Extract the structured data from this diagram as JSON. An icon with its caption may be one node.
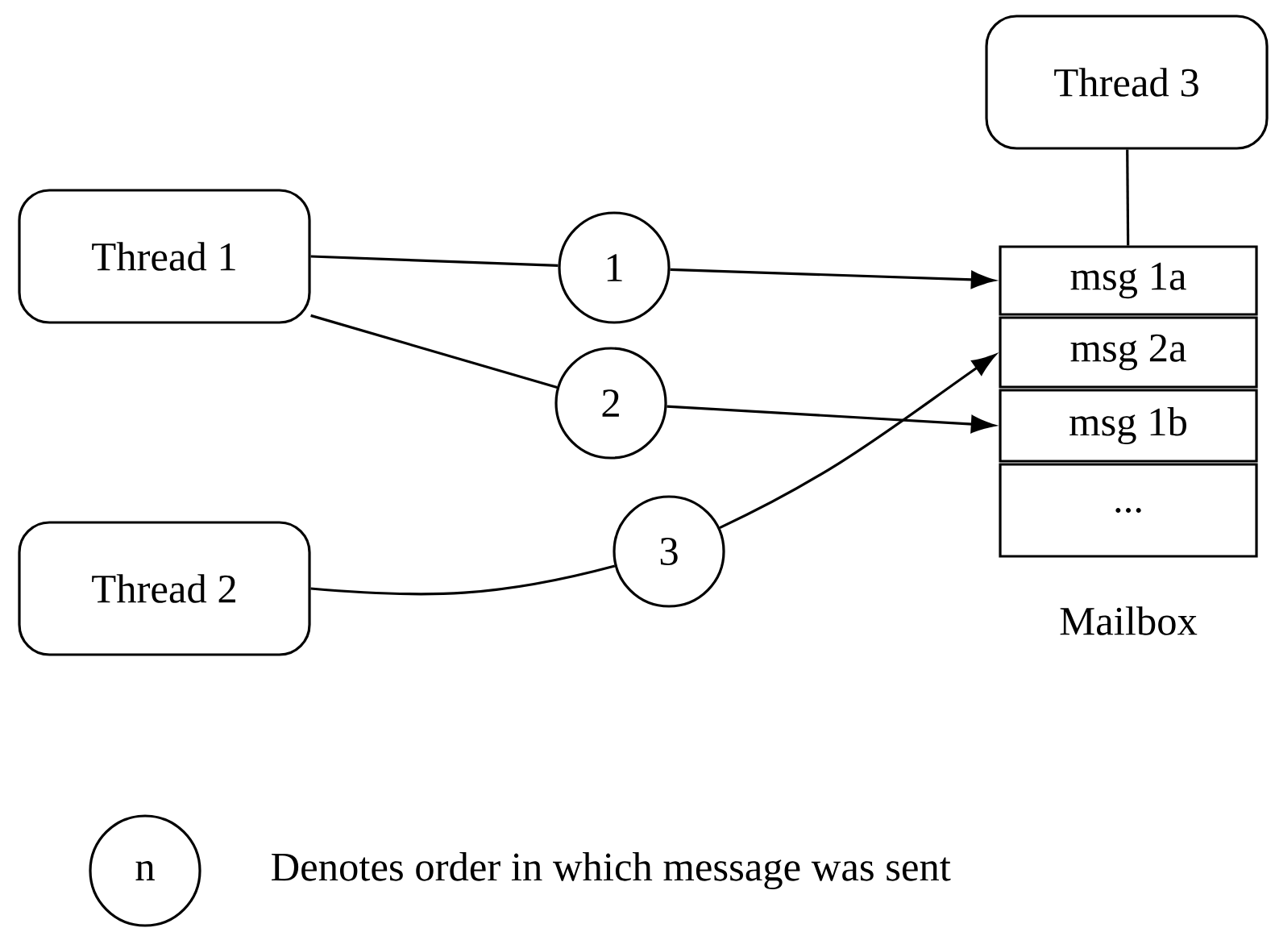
{
  "diagram": {
    "nodes": [
      {
        "text": [
          "Thread 1"
        ]
      },
      {
        "text": [
          "Thread 2"
        ]
      },
      {
        "text": [
          "Thread 3"
        ]
      },
      {
        "text": [
          "msg 1a"
        ]
      },
      {
        "text": [
          "msg 2a"
        ]
      },
      {
        "text": [
          "msg 1b"
        ]
      },
      {
        "text": [
          "..."
        ]
      },
      {
        "text": [
          "1"
        ]
      },
      {
        "text": [
          "2"
        ]
      },
      {
        "text": [
          "3"
        ]
      },
      {
        "text": [
          "n"
        ],
        "beside": [
          "Denotes order in which message was sent"
        ]
      }
    ],
    "edges": [
      {
        "from": 0,
        "to": 7,
        "arrow": "none"
      },
      {
        "from": 7,
        "to": 3,
        "arrow": "to"
      },
      {
        "from": 0,
        "to": 8,
        "arrow": "none"
      },
      {
        "from": 8,
        "to": 5,
        "arrow": "to"
      },
      {
        "from": 1,
        "to": 9,
        "arrow": "none"
      },
      {
        "from": 9,
        "to": 4,
        "arrow": "to"
      },
      {
        "from": 2,
        "to": 3,
        "arrow": "none"
      }
    ],
    "labels": [
      "Mailbox"
    ]
  }
}
